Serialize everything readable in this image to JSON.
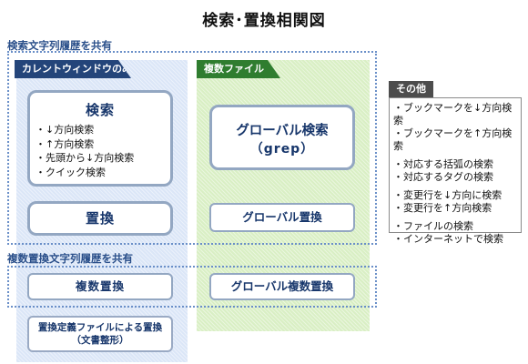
{
  "title": "検索･置換相関図",
  "shared_search_caption": "検索文字列履歴を共有",
  "shared_replace_caption": "複数置換文字列履歴を共有",
  "columns": {
    "current": {
      "header": "カレントウィンドウのみ",
      "search_box": {
        "title": "検索",
        "items": [
          "↓方向検索",
          "↑方向検索",
          "先頭から↓方向検索",
          "クイック検索"
        ]
      },
      "replace_box": "置換",
      "multi_replace_box": "複数置換",
      "definition_box": [
        "置換定義ファイルによる置換",
        "（文書整形）"
      ]
    },
    "multi_file": {
      "header": "複数ファイル",
      "global_search_box": [
        "グローバル検索",
        "（grep）"
      ],
      "global_replace_box": "グローバル置換",
      "global_multi_replace_box": "グローバル複数置換"
    }
  },
  "other": {
    "header": "その他",
    "groups": [
      [
        "ブックマークを↓方向検索",
        "ブックマークを↑方向検索"
      ],
      [
        "対応する括弧の検索",
        "対応するタグの検索"
      ],
      [
        "変更行を↓方向に検索",
        "変更行を↑方向検索"
      ],
      [
        "ファイルの検索",
        "インターネットで検索"
      ]
    ]
  }
}
